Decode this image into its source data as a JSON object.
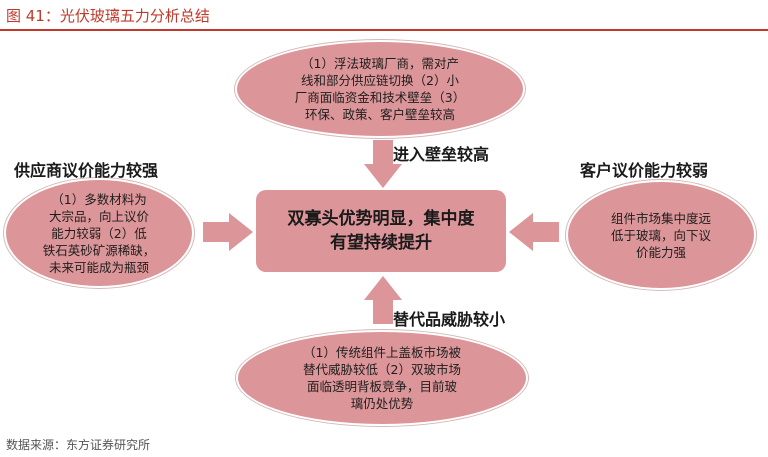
{
  "figure_title": "图 41：光伏玻璃五力分析总结",
  "center": {
    "text": "双寡头优势明显，集中度\n有望持续提升"
  },
  "forces": {
    "entry_barrier": {
      "label": "进入壁垒较高",
      "detail": "（1）浮法玻璃厂商，需对产\n线和部分供应链切换（2）小\n厂商面临资金和技术壁垒（3）\n环保、政策、客户壁垒较高"
    },
    "supplier_power": {
      "label": "供应商议价能力较强",
      "detail": "（1）多数材料为\n大宗品，向上议价\n能力较弱（2）低\n铁石英砂矿源稀缺，\n未来可能成为瓶颈"
    },
    "customer_power": {
      "label": "客户议价能力较弱",
      "detail": "组件市场集中度远\n低于玻璃，向下议\n价能力强"
    },
    "substitute_threat": {
      "label": "替代品威胁较小",
      "detail": "（1）传统组件上盖板市场被\n替代威胁较低（2）双玻市场\n面临透明背板竞争，目前玻\n璃仍处优势"
    }
  },
  "source": "数据来源：东方证券研究所",
  "colors": {
    "shape_fill": "#dc9598",
    "title_red": "#c0392b"
  }
}
